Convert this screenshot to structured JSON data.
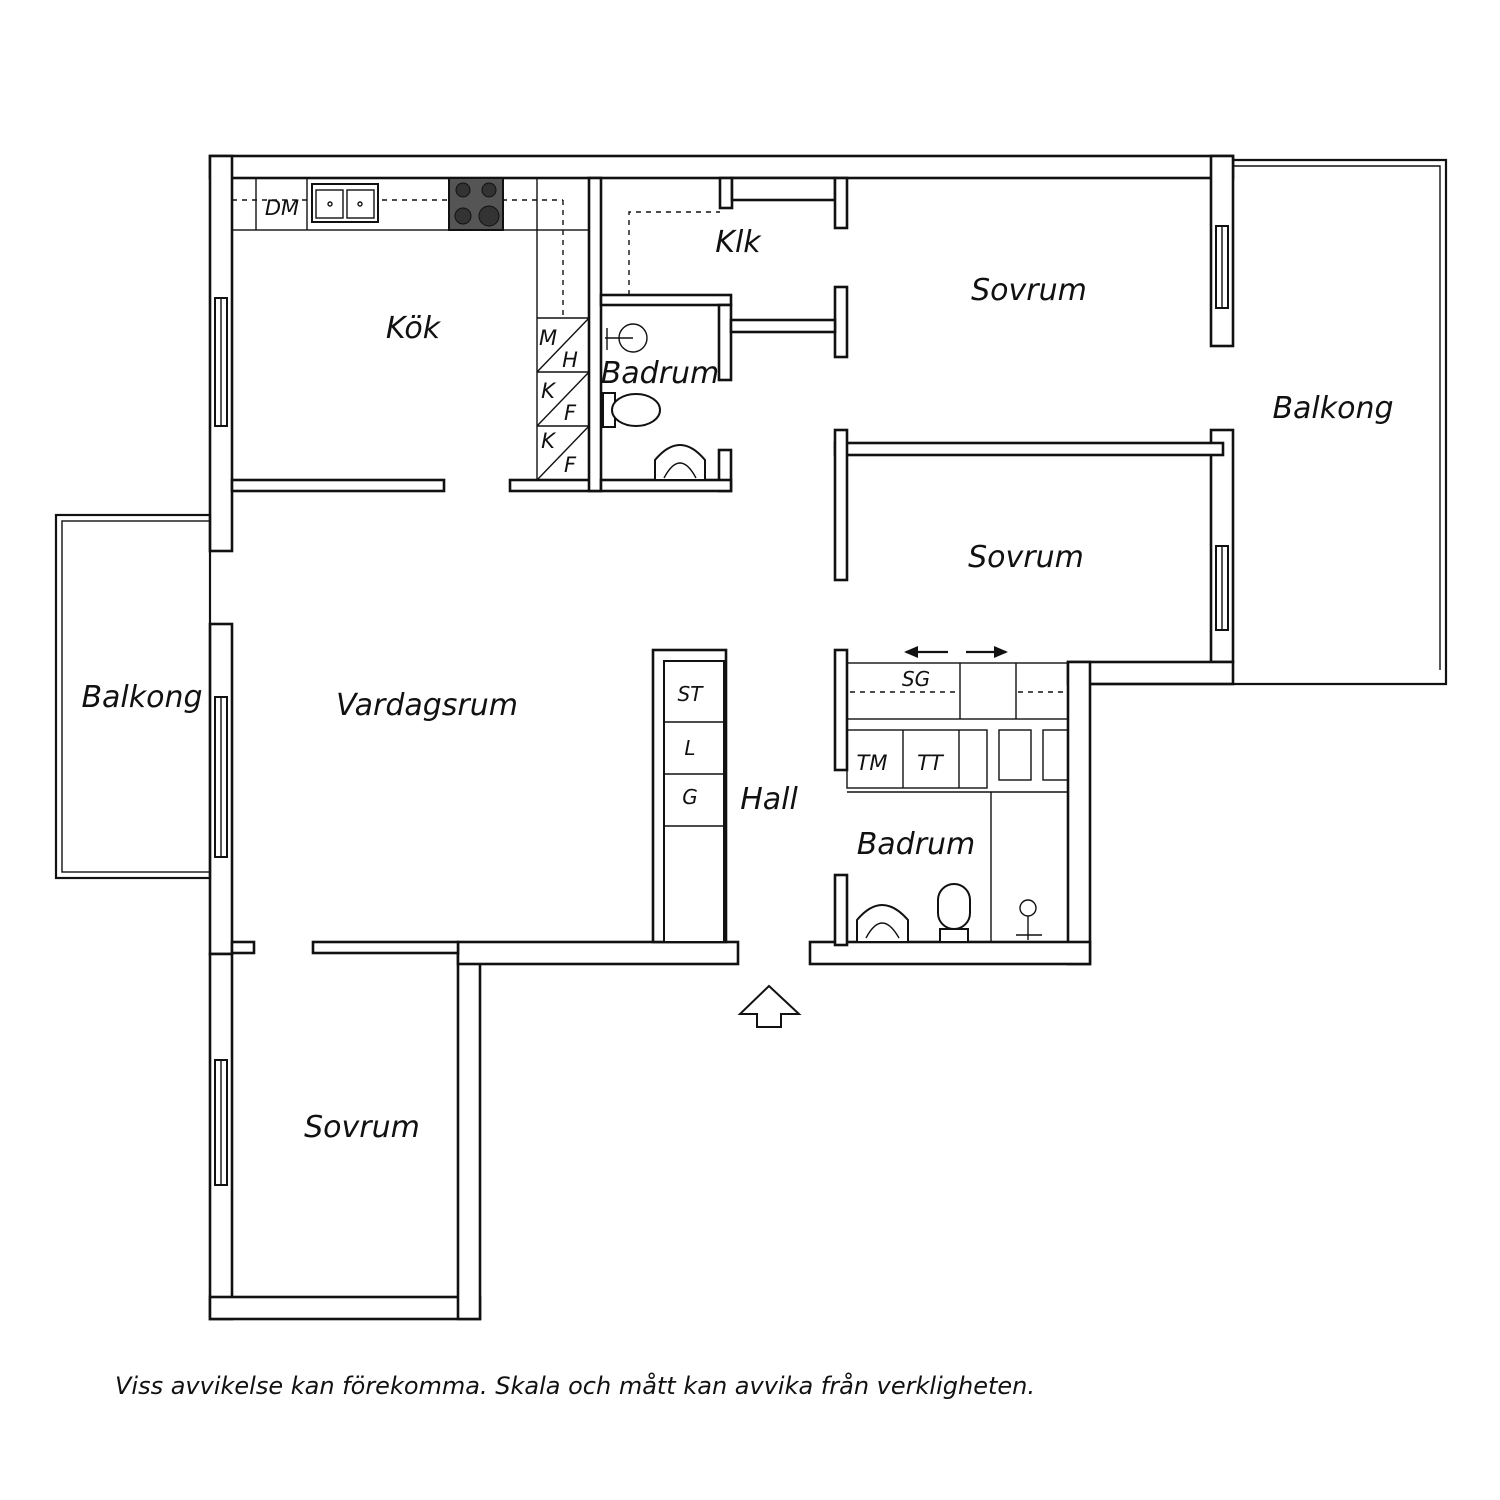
{
  "rooms": {
    "kok": "Kök",
    "klk": "Klk",
    "sovrum_top": "Sovrum",
    "badrum_upper": "Badrum",
    "balkong_right": "Balkong",
    "sovrum_middle": "Sovrum",
    "balkong_left": "Balkong",
    "vardagsrum": "Vardagsrum",
    "hall": "Hall",
    "badrum_lower": "Badrum",
    "sovrum_bottom": "Sovrum"
  },
  "appliances": {
    "dm": "DM",
    "m": "M",
    "h": "H",
    "k1": "K",
    "f1": "F",
    "k2": "K",
    "f2": "F",
    "st": "ST",
    "l": "L",
    "g": "G",
    "sg": "SG",
    "tm": "TM",
    "tt": "TT"
  },
  "disclaimer": "Viss avvikelse kan förekomma. Skala och mått kan avvika från verkligheten.",
  "colors": {
    "line": "#111111",
    "background": "#ffffff",
    "stove": "#555555"
  }
}
